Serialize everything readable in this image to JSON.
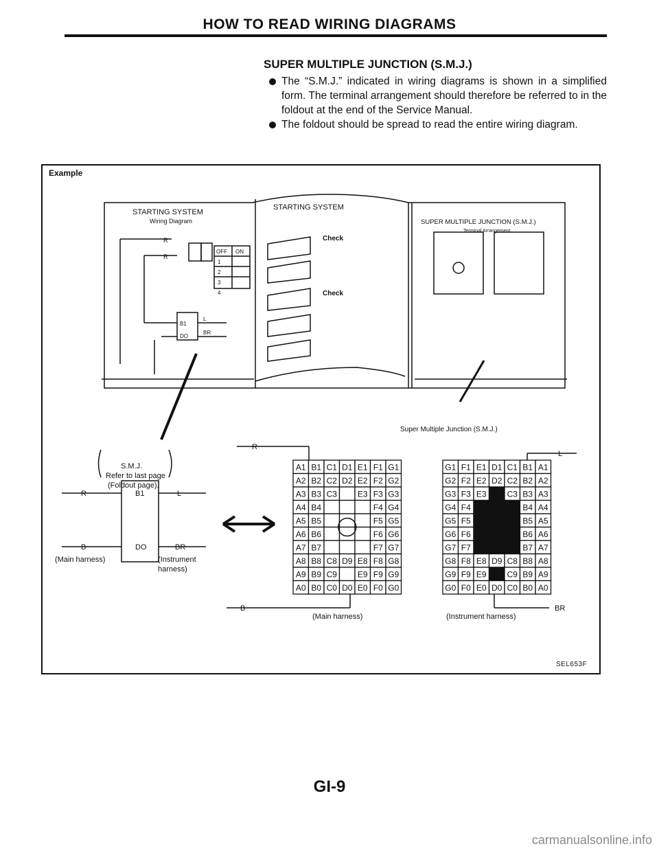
{
  "header": "HOW TO READ WIRING DIAGRAMS",
  "section": {
    "title": "SUPER MULTIPLE JUNCTION (S.M.J.)",
    "bullets": [
      "The “S.M.J.” indicated in wiring diagrams is shown in a simplified form. The terminal arrangement should therefore be referred to in the foldout at the end of the Service Manual.",
      "The foldout should be spread to read the entire wiring diagram."
    ]
  },
  "example_label": "Example",
  "book": {
    "left_title": "STARTING SYSTEM",
    "left_subtitle": "Wiring Diagram",
    "center_title": "STARTING SYSTEM",
    "check_1": "Check",
    "check_2": "Check",
    "right_title": "SUPER MULTIPLE JUNCTION (S.M.J.)",
    "right_subtitle": "Terminal Arrangement",
    "switch_header": [
      "OFF",
      "ON"
    ],
    "switch_rows": [
      "1",
      "2",
      "3",
      "4"
    ]
  },
  "smj_callout": "Super Multiple Junction (S.M.J.)",
  "smj_note": [
    "S.M.J.",
    "Refer to last page",
    "(Foldout page)."
  ],
  "wires": {
    "r": "R",
    "b": "B",
    "l": "L",
    "br": "BR",
    "b1": "B1",
    "d0": "DO",
    "main_harness": "(Main harness)",
    "instrument_harness": [
      "(Instrument",
      "harness)"
    ],
    "main_harness_grid": "(Main harness)",
    "instrument_harness_grid": "(Instrument harness)"
  },
  "grid_left": [
    [
      "A1",
      "B1",
      "C1",
      "D1",
      "E1",
      "F1",
      "G1"
    ],
    [
      "A2",
      "B2",
      "C2",
      "D2",
      "E2",
      "F2",
      "G2"
    ],
    [
      "A3",
      "B3",
      "C3",
      "",
      "E3",
      "F3",
      "G3"
    ],
    [
      "A4",
      "B4",
      "",
      "",
      "",
      "F4",
      "G4"
    ],
    [
      "A5",
      "B5",
      "",
      "",
      "",
      "F5",
      "G5"
    ],
    [
      "A6",
      "B6",
      "",
      "",
      "",
      "F6",
      "G6"
    ],
    [
      "A7",
      "B7",
      "",
      "",
      "",
      "F7",
      "G7"
    ],
    [
      "A8",
      "B8",
      "C8",
      "D9",
      "E8",
      "F8",
      "G8"
    ],
    [
      "A9",
      "B9",
      "C9",
      "",
      "E9",
      "F9",
      "G9"
    ],
    [
      "A0",
      "B0",
      "C0",
      "D0",
      "E0",
      "F0",
      "G0"
    ]
  ],
  "grid_right": [
    [
      "G1",
      "F1",
      "E1",
      "D1",
      "C1",
      "B1",
      "A1"
    ],
    [
      "G2",
      "F2",
      "E2",
      "D2",
      "C2",
      "B2",
      "A2"
    ],
    [
      "G3",
      "F3",
      "E3",
      "",
      "C3",
      "B3",
      "A3"
    ],
    [
      "G4",
      "F4",
      "",
      "",
      "",
      "B4",
      "A4"
    ],
    [
      "G5",
      "F5",
      "",
      "",
      "",
      "B5",
      "A5"
    ],
    [
      "G6",
      "F6",
      "",
      "",
      "",
      "B6",
      "A6"
    ],
    [
      "G7",
      "F7",
      "",
      "",
      "",
      "B7",
      "A7"
    ],
    [
      "G8",
      "F8",
      "E8",
      "D9",
      "C8",
      "B8",
      "A8"
    ],
    [
      "G9",
      "F9",
      "E9",
      "",
      "C9",
      "B9",
      "A9"
    ],
    [
      "G0",
      "F0",
      "E0",
      "D0",
      "C0",
      "B0",
      "A0"
    ]
  ],
  "figure_code": "SEL653F",
  "page_number": "GI-9",
  "watermark": "carmanualsonline.info"
}
